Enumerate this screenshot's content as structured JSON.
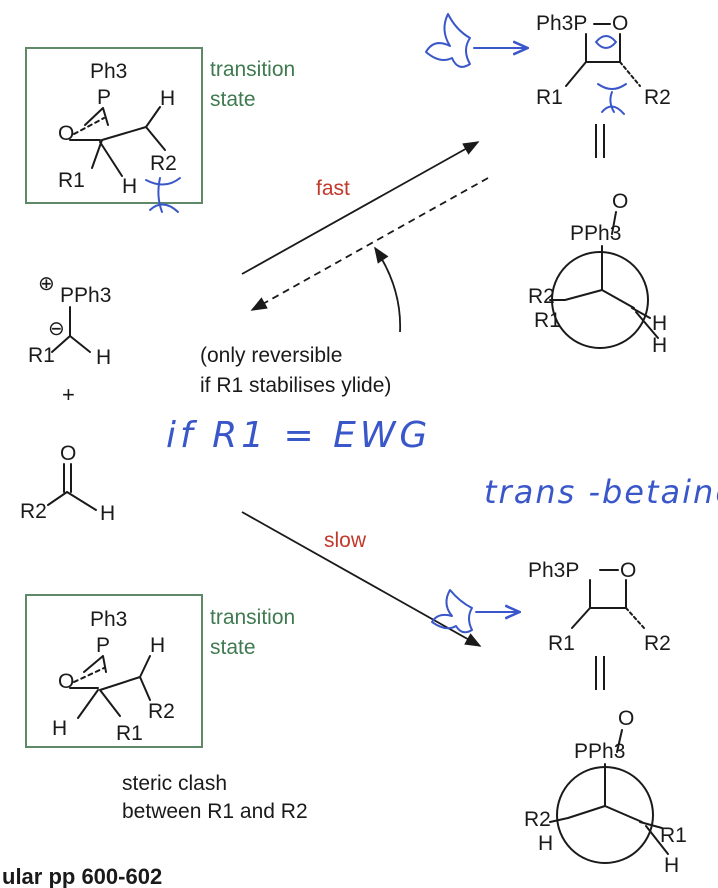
{
  "diagram": {
    "top_ts": {
      "ph3": "Ph3",
      "p": "P",
      "o": "O",
      "h": "H",
      "r1": "R1",
      "r2": "R2",
      "h2": "H",
      "caption_line1": "transition",
      "caption_line2": "state"
    },
    "bottom_ts": {
      "ph3": "Ph3",
      "p": "P",
      "o": "O",
      "h": "H",
      "r1": "R1",
      "r2": "R2",
      "h2": "H",
      "caption_line1": "transition",
      "caption_line2": "state"
    },
    "ylide": {
      "pph3": "PPh3",
      "plus": "⊕",
      "minus": "⊖",
      "r1": "R1",
      "h": "H"
    },
    "plus_sign": "+",
    "aldehyde": {
      "o": "O",
      "r2": "R2",
      "h": "H"
    },
    "arrow_labels": {
      "fast": "fast",
      "slow": "slow"
    },
    "reversible_note": {
      "line1": "(only reversible",
      "line2": "if R1 stabilises ylide)"
    },
    "handwritten": {
      "ewg": "if R1 = EWG",
      "trans": "trans -betaine"
    },
    "top_oxaphosphetane": {
      "ph3p": "Ph3P",
      "o": "O",
      "r1": "R1",
      "r2": "R2"
    },
    "bottom_oxaphosphetane": {
      "ph3p": "Ph3P",
      "o": "O",
      "r1": "R1",
      "r2": "R2"
    },
    "top_newman": {
      "o": "O",
      "pph3": "PPh3",
      "r2": "R2",
      "r1": "R1",
      "h1": "H",
      "h2": "H"
    },
    "bottom_newman": {
      "o": "O",
      "pph3": "PPh3",
      "r2": "R2",
      "h1": "H",
      "r1": "R1",
      "h2": "H"
    },
    "steric_note": {
      "line1": "steric clash",
      "line2": "between R1 and R2"
    },
    "footer_fragment": "ular pp 600-602",
    "colors": {
      "green": "#3f7a50",
      "red": "#c0392b",
      "pen": "#3a57c9",
      "box": "#5e8a6a"
    }
  }
}
